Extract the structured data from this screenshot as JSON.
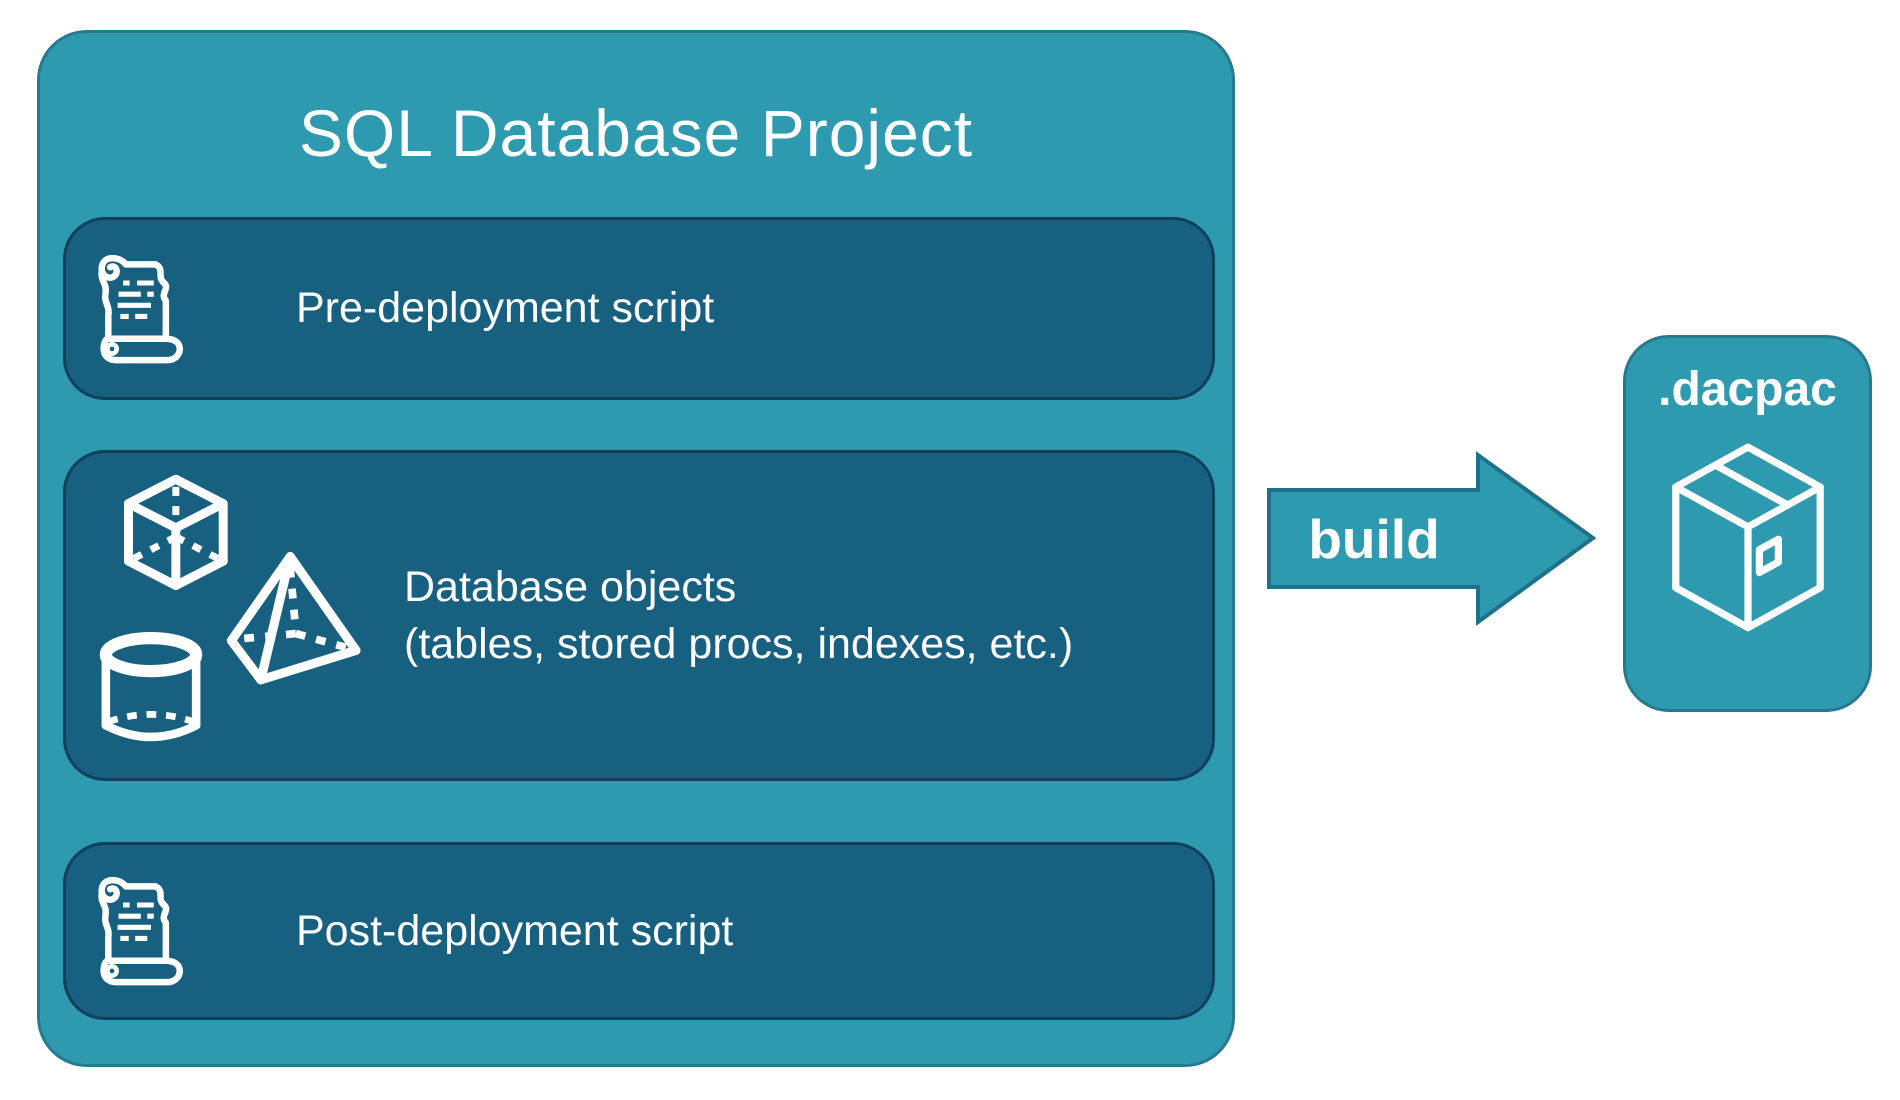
{
  "colors": {
    "accent": "#2E9AB0",
    "accent_border": "#27798E",
    "panel": "#17607F",
    "panel_border": "#11405B",
    "arrow_border": "#1F7089",
    "text": "#FFFFFF"
  },
  "project": {
    "title": "SQL Database Project",
    "items": [
      {
        "id": "pre-deployment",
        "label": "Pre-deployment script",
        "icon": "scroll-icon"
      },
      {
        "id": "database-objects",
        "label": "Database objects",
        "sublabel": "(tables, stored procs, indexes, etc.)",
        "icon": "geometric-shapes-icon"
      },
      {
        "id": "post-deployment",
        "label": "Post-deployment script",
        "icon": "scroll-icon"
      }
    ]
  },
  "arrow": {
    "label": "build"
  },
  "output": {
    "label": ".dacpac",
    "icon": "package-icon"
  }
}
